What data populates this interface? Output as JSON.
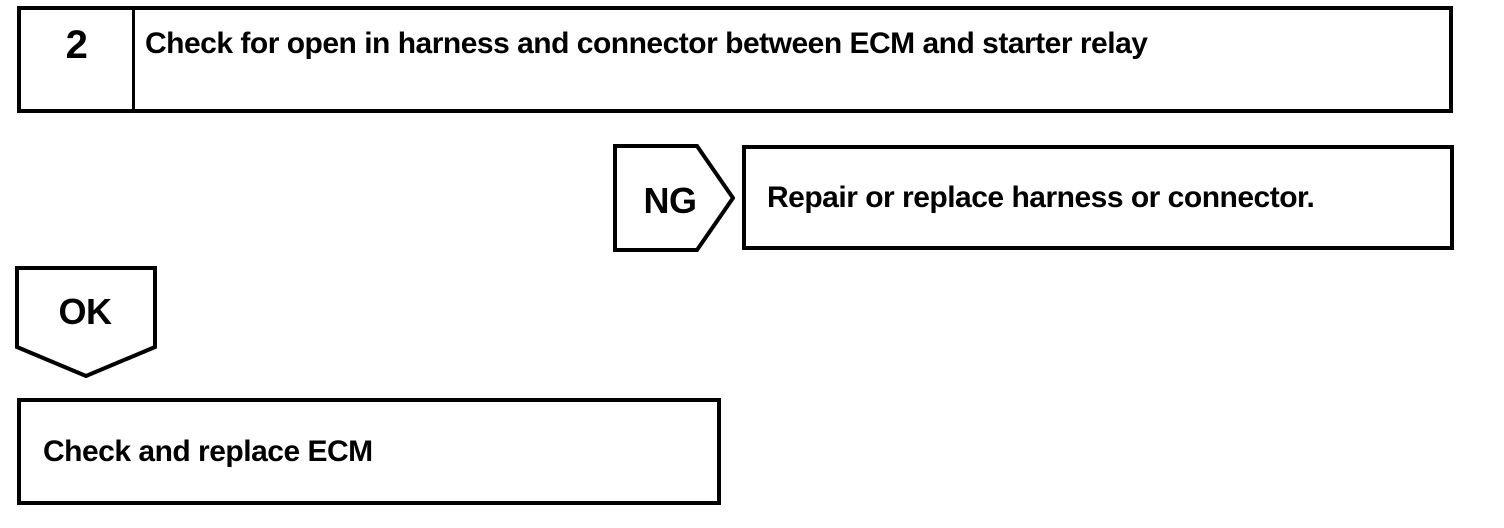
{
  "page": {
    "background_color": "#ffffff",
    "ink_color": "#000000"
  },
  "flowchart": {
    "step_box": {
      "number": "2",
      "instruction": "Check for open in harness and connector between ECM and starter relay"
    },
    "ng_branch": {
      "connector_label": "NG",
      "action": "Repair or replace harness or connector."
    },
    "ok_branch": {
      "connector_label": "OK",
      "action": "Check and replace ECM"
    }
  }
}
